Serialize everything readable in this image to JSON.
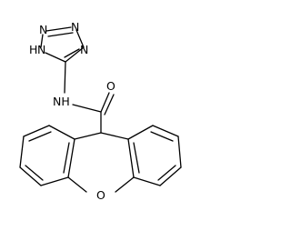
{
  "molecule": {
    "atom_labels": {
      "tetrazole_n_a": "N",
      "tetrazole_n_b": "N",
      "tetrazole_nh_h": "H",
      "tetrazole_nh_n": "N",
      "tetrazole_n_d": "N",
      "amide_nh": "NH",
      "carbonyl_o": "O",
      "ring_o": "O"
    }
  }
}
